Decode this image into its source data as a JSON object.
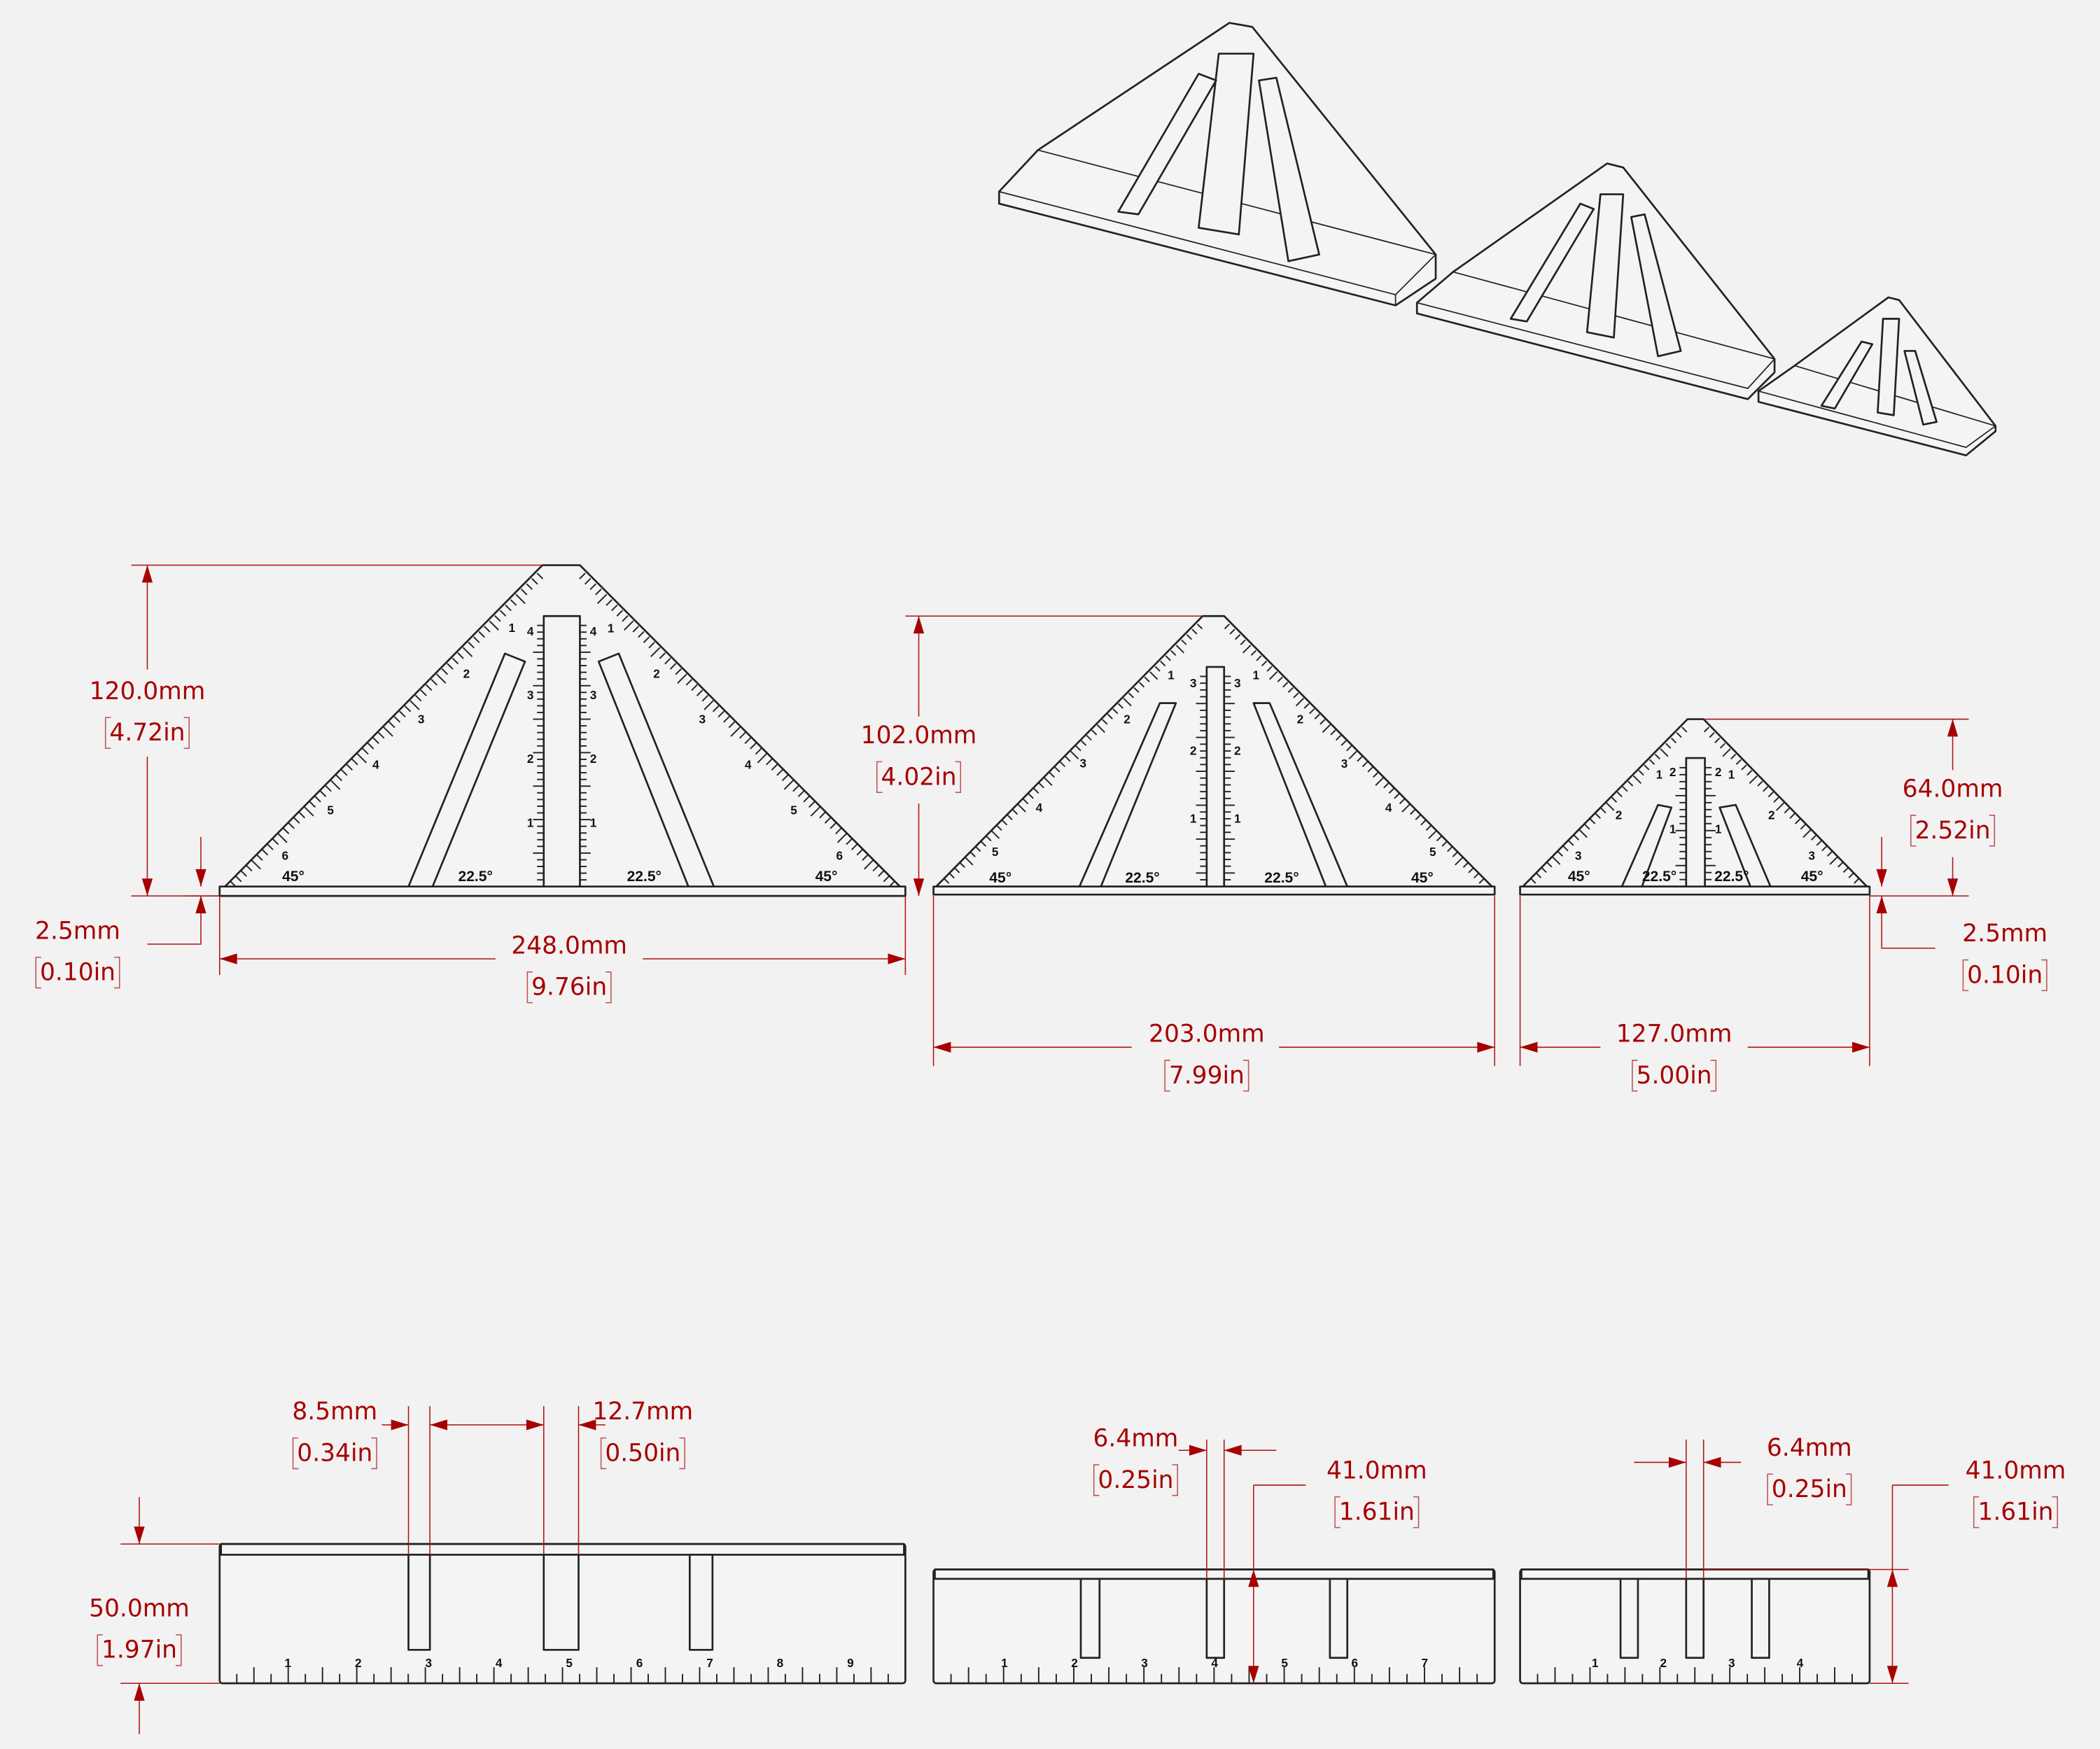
{
  "dimensions": {
    "large_height": {
      "mm": "120.0mm",
      "in": "4.72in"
    },
    "large_base_thickness": {
      "mm": "2.5mm",
      "in": "0.10in"
    },
    "large_width": {
      "mm": "248.0mm",
      "in": "9.76in"
    },
    "medium_height": {
      "mm": "102.0mm",
      "in": "4.02in"
    },
    "medium_width": {
      "mm": "203.0mm",
      "in": "7.99in"
    },
    "small_width": {
      "mm": "127.0mm",
      "in": "5.00in"
    },
    "small_height": {
      "mm": "64.0mm",
      "in": "2.52in"
    },
    "small_base_thickness": {
      "mm": "2.5mm",
      "in": "0.10in"
    },
    "large_depth": {
      "mm": "50.0mm",
      "in": "1.97in"
    },
    "large_slot_width": {
      "mm": "8.5mm",
      "in": "0.34in"
    },
    "large_center_width": {
      "mm": "12.7mm",
      "in": "0.50in"
    },
    "medium_slot_width": {
      "mm": "6.4mm",
      "in": "0.25in"
    },
    "medium_depth": {
      "mm": "41.0mm",
      "in": "1.61in"
    },
    "small_slot_width": {
      "mm": "6.4mm",
      "in": "0.25in"
    },
    "small_depth": {
      "mm": "41.0mm",
      "in": "1.61in"
    }
  },
  "angle_labels": {
    "outer": "45°",
    "inner": "22.5°"
  },
  "scale_marks": {
    "large_edges": [
      "1",
      "2",
      "3",
      "4",
      "5",
      "6"
    ],
    "large_center": [
      "1",
      "2",
      "3",
      "4"
    ],
    "medium_edges": [
      "1",
      "2",
      "3",
      "4",
      "5"
    ],
    "medium_center": [
      "1",
      "2",
      "3"
    ],
    "small_edges": [
      "1",
      "2",
      "3"
    ],
    "small_center": [
      "1",
      "2"
    ],
    "large_ruler": [
      "1",
      "2",
      "3",
      "4",
      "5",
      "6",
      "7",
      "8",
      "9"
    ],
    "medium_ruler": [
      "1",
      "2",
      "3",
      "4",
      "5",
      "6",
      "7"
    ],
    "small_ruler": [
      "1",
      "2",
      "3",
      "4"
    ]
  },
  "colors": {
    "dimension": "#a80000",
    "outline": "#222222",
    "background": "#f2f2f2"
  }
}
